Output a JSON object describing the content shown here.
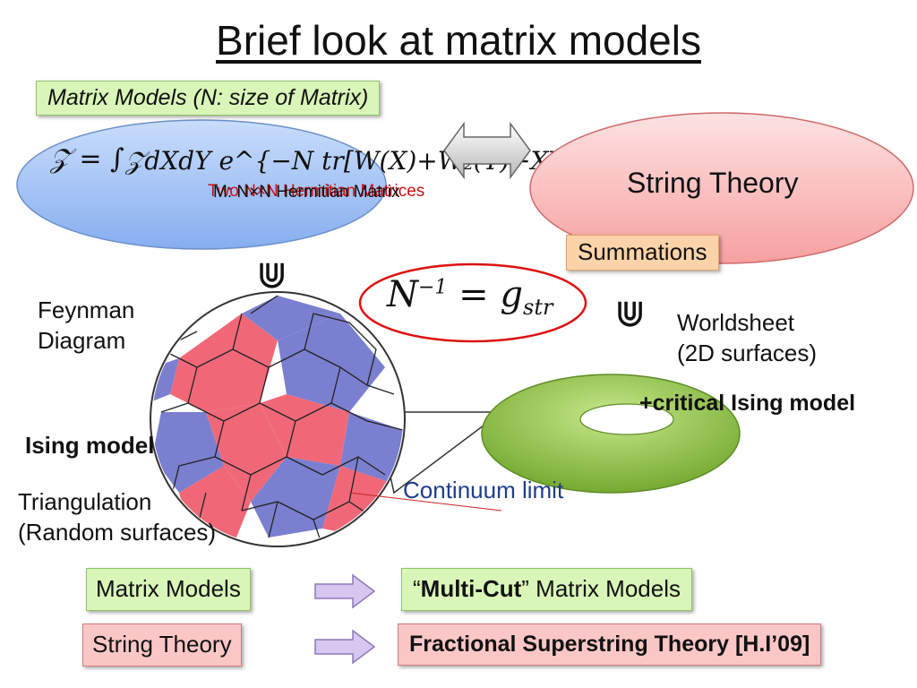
{
  "slide": {
    "title": "Brief look at matrix models",
    "matrix_box": "Matrix Models (N: size of Matrix)",
    "string_theory_top": "String Theory",
    "summations": "Summations",
    "equation_lhs": "𝒵 = ∫",
    "equation_text": "𝒵dXdY e^{−N tr[W(X)+W₂(Y)−XY]}",
    "matrix_overlay_1": "M: N×N Hermitian Matrix",
    "matrix_overlay_2": "Two N×N Hermitian Matrices",
    "relation_lhs": "N",
    "relation_exp": "−1",
    "relation_rhs": "= g",
    "relation_sub": "str",
    "contains_symbol": "⋓",
    "feynman": "Feynman\nDiagram",
    "worldsheet": "Worldsheet\n(2D surfaces)",
    "critical_ising": "+critical Ising model",
    "ising": "Ising model",
    "continuum": "Continuum limit",
    "triangulation": "Triangulation\n(Random surfaces)",
    "row1_left": "Matrix Models",
    "row1_right_quote_open": "“",
    "row1_right_bold": "Multi-Cut",
    "row1_right_rest": "” Matrix Models",
    "row2_left": "String Theory",
    "row2_right": "Fractional Superstring Theory [H.I’09]"
  },
  "colors": {
    "blue_ellipse": "#a8c9f5",
    "pink_ellipse": "#fbb3b3",
    "green_torus": "#8cc63f",
    "red_region": "#f06878",
    "blue_region": "#7b7fd0",
    "continuum_text": "#1f3d8a",
    "red_oval": "#dd1111"
  }
}
